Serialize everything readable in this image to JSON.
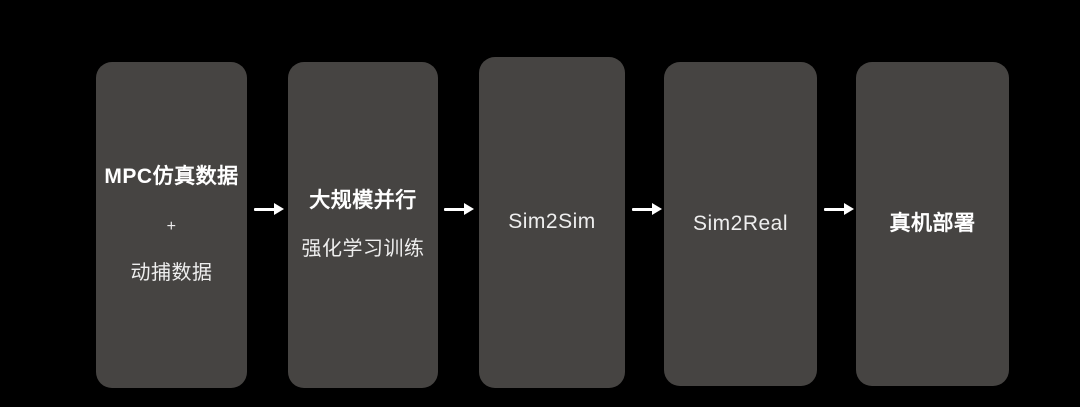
{
  "diagram": {
    "title": "Humanoid robot learning pipeline flow",
    "background_color": "#000000",
    "node_fill_color": "#464442",
    "text_color": "#f2f2f2",
    "arrow_color": "#ffffff",
    "nodes": [
      {
        "id": "data-sources",
        "lines": [
          {
            "text": "MPC仿真数据",
            "weight": "bold"
          },
          {
            "text": "+",
            "weight": "normal"
          },
          {
            "text": "动捕数据",
            "weight": "normal"
          }
        ]
      },
      {
        "id": "rl-training",
        "lines": [
          {
            "text": "大规模并行",
            "weight": "bold"
          },
          {
            "text": "强化学习训练",
            "weight": "normal"
          }
        ]
      },
      {
        "id": "sim2sim",
        "lines": [
          {
            "text": "Sim2Sim",
            "weight": "normal"
          }
        ]
      },
      {
        "id": "sim2real",
        "lines": [
          {
            "text": "Sim2Real",
            "weight": "normal"
          }
        ]
      },
      {
        "id": "real-deploy",
        "lines": [
          {
            "text": "真机部署",
            "weight": "bold"
          }
        ]
      }
    ],
    "connectors": [
      {
        "id": "arrow-1",
        "from": "data-sources",
        "to": "rl-training",
        "glyph": "right-arrow-icon"
      },
      {
        "id": "arrow-2",
        "from": "rl-training",
        "to": "sim2sim",
        "glyph": "right-arrow-icon"
      },
      {
        "id": "arrow-3",
        "from": "sim2sim",
        "to": "sim2real",
        "glyph": "right-arrow-icon"
      },
      {
        "id": "arrow-4",
        "from": "sim2real",
        "to": "real-deploy",
        "glyph": "right-arrow-icon"
      }
    ]
  }
}
